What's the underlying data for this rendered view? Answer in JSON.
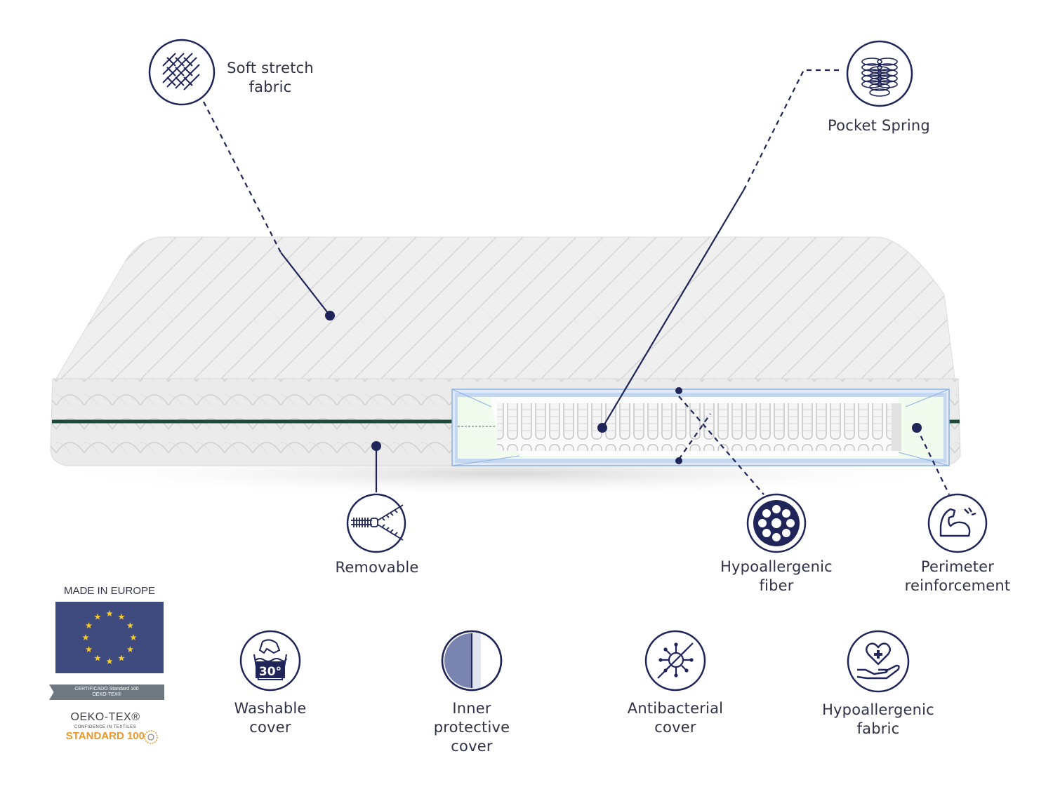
{
  "features": {
    "soft_stretch_fabric": [
      "Soft stretch",
      "fabric"
    ],
    "pocket_spring": [
      "Pocket Spring"
    ],
    "removable": [
      "Removable"
    ],
    "hypoallergenic_fiber": [
      "Hypoallergenic",
      "fiber"
    ],
    "perimeter_reinforcement": [
      "Perimeter",
      "reinforcement"
    ],
    "washable_cover": [
      "Washable",
      "cover"
    ],
    "inner_protective_cover": [
      "Inner",
      "protective",
      "cover"
    ],
    "antibacterial_cover": [
      "Antibacterial",
      "cover"
    ],
    "hypoallergenic_fabric": [
      "Hypoallergenic",
      "fabric"
    ]
  },
  "icons": {
    "fabric": "fabric-weave-icon",
    "spring": "pocket-spring-icon",
    "zipper": "zipper-icon",
    "fiber": "fiber-cluster-icon",
    "muscle": "flexed-arm-icon",
    "wash": "hand-wash-30-icon",
    "layer": "protective-layer-icon",
    "bacteria": "no-bacteria-icon",
    "hand_heart": "hand-heart-icon"
  },
  "wash_temp": "30°",
  "badge": {
    "made_in": "MADE IN EUROPE",
    "cert_line1": "CERTIFICADO Standard 100",
    "cert_line2": "OEKO-TEX®",
    "oeko_tex": "OEKO-TEX®",
    "oeko_sub": "CONFIDENCE IN TEXTILES",
    "standard": "STANDARD 100"
  },
  "colors": {
    "navy": "#1f2459",
    "eu_blue": "#3f4a7e",
    "eu_star": "#f2cb2a",
    "oeko_orange": "#e8972a",
    "zipper": "#1d4a3c",
    "mattress": "#ededed"
  }
}
